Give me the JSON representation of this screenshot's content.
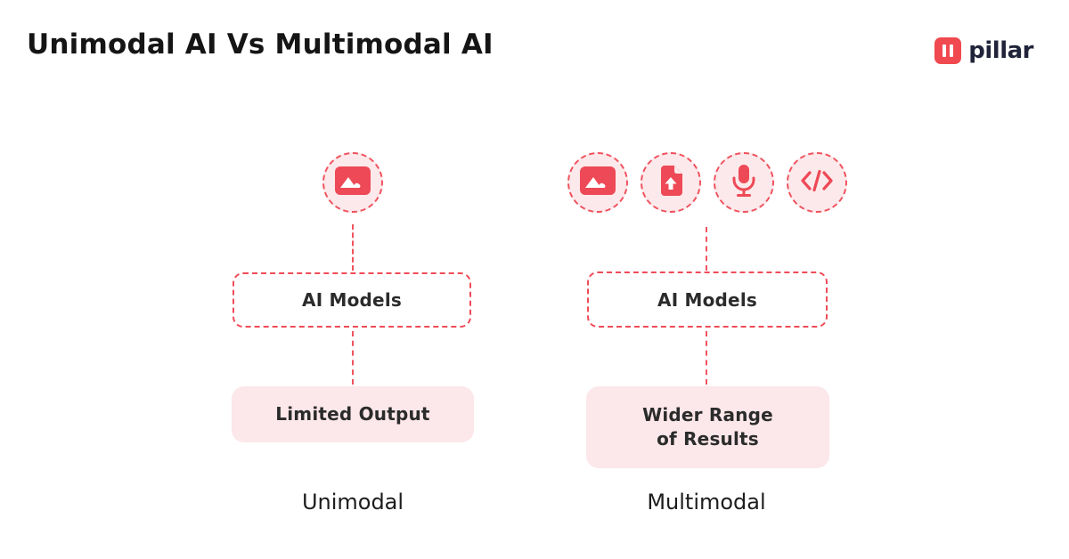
{
  "title": "Unimodal AI Vs Multimodal AI",
  "logo": {
    "brand": "pillar",
    "monogram": "II"
  },
  "colors": {
    "accent_red": "#EE4956",
    "dashed_border": "#F0525E",
    "pink_fill": "#FCE8EA",
    "dark_text": "#2B2B2B",
    "logo_navy": "#20243A"
  },
  "columns": [
    {
      "caption": "Unimodal",
      "inputs": [
        {
          "icon": "image-icon"
        }
      ],
      "model_label": "AI Models",
      "output_lines": {
        "0": "Limited Output"
      }
    },
    {
      "caption": "Multimodal",
      "inputs": [
        {
          "icon": "image-icon"
        },
        {
          "icon": "file-upload-icon"
        },
        {
          "icon": "microphone-icon"
        },
        {
          "icon": "code-icon"
        }
      ],
      "model_label": "AI Models",
      "output_lines": {
        "0": "Wider Range",
        "1": "of Results"
      }
    }
  ]
}
